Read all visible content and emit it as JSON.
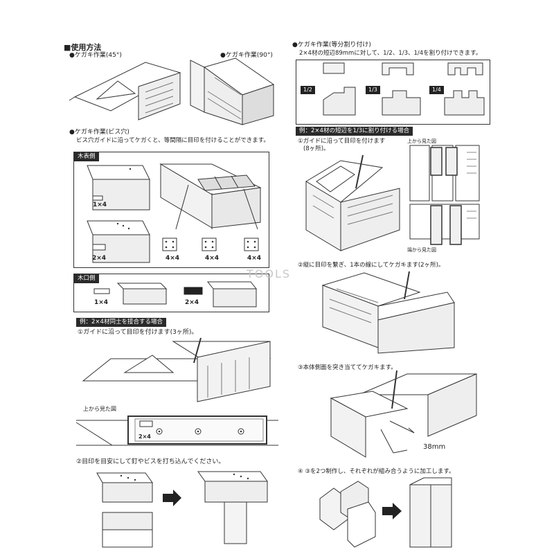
{
  "header": {
    "title": "■使用方法"
  },
  "left": {
    "scribe45": "●ケガキ作業(45°)",
    "scribe90": "●ケガキ作業(90°)",
    "screwguide_title": "●ケガキ作業(ビス穴)",
    "screwguide_desc": "ビス穴ガイドに沿ってケガくと、等間隔に目印を付けることができます。",
    "face_section": "木表側",
    "end_section": "木口側",
    "sizes": {
      "a": "1×4",
      "b": "2×4",
      "c": "4×4",
      "d": "4×4",
      "e": "4×4",
      "end_a": "1×4",
      "end_b": "2×4"
    },
    "joint_bar": "例：2×4材同士を接合する場合",
    "joint_step1": "①ガイドに沿って目印を付けます(3ヶ所)。",
    "topview": "上から見た図",
    "topview_size": "2×4",
    "joint_step2": "②目印を目安にして釘やビスを打ち込んでください。"
  },
  "right": {
    "equal_title": "●ケガキ作業(等分割り付け)",
    "equal_desc": "2×4材の短辺89mmに対して、1/2、1/3、1/4を割り付けできます。",
    "fractions": [
      "1/2",
      "1/3",
      "1/4"
    ],
    "third_bar": "例：2×4材の短辺を1/3に割り付ける場合",
    "step1a": "①ガイドに沿って目印を付けます",
    "step1b": "(8ヶ所)。",
    "topview_right": "上から見た図",
    "sideview_right": "端から見た図",
    "step2": "②縦に目印を繋ぎ、1本の線にしてケガキます(2ヶ所)。",
    "step3": "③本体側面を突き当ててケガキます。",
    "dimension": "38mm",
    "step4": "④ ③を2つ制作し、それぞれが組み合うように加工します。"
  },
  "watermark": "TOOLS"
}
